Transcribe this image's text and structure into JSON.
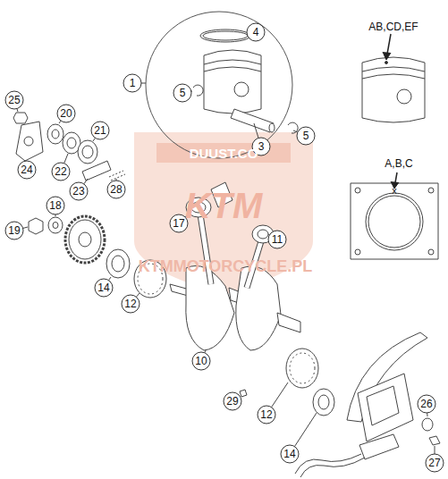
{
  "diagram": {
    "labels": [
      "1",
      "4",
      "5",
      "3",
      "5",
      "AB,CD,EF",
      "A,B,C",
      "x",
      "25",
      "24",
      "20",
      "22",
      "21",
      "23",
      "28",
      "19",
      "18",
      "17",
      "11",
      "14",
      "12",
      "10",
      "29",
      "12",
      "14",
      "26",
      "27",
      "DUUST.CO",
      "KTM",
      "KTMMOTORCYCLE.PL"
    ]
  }
}
